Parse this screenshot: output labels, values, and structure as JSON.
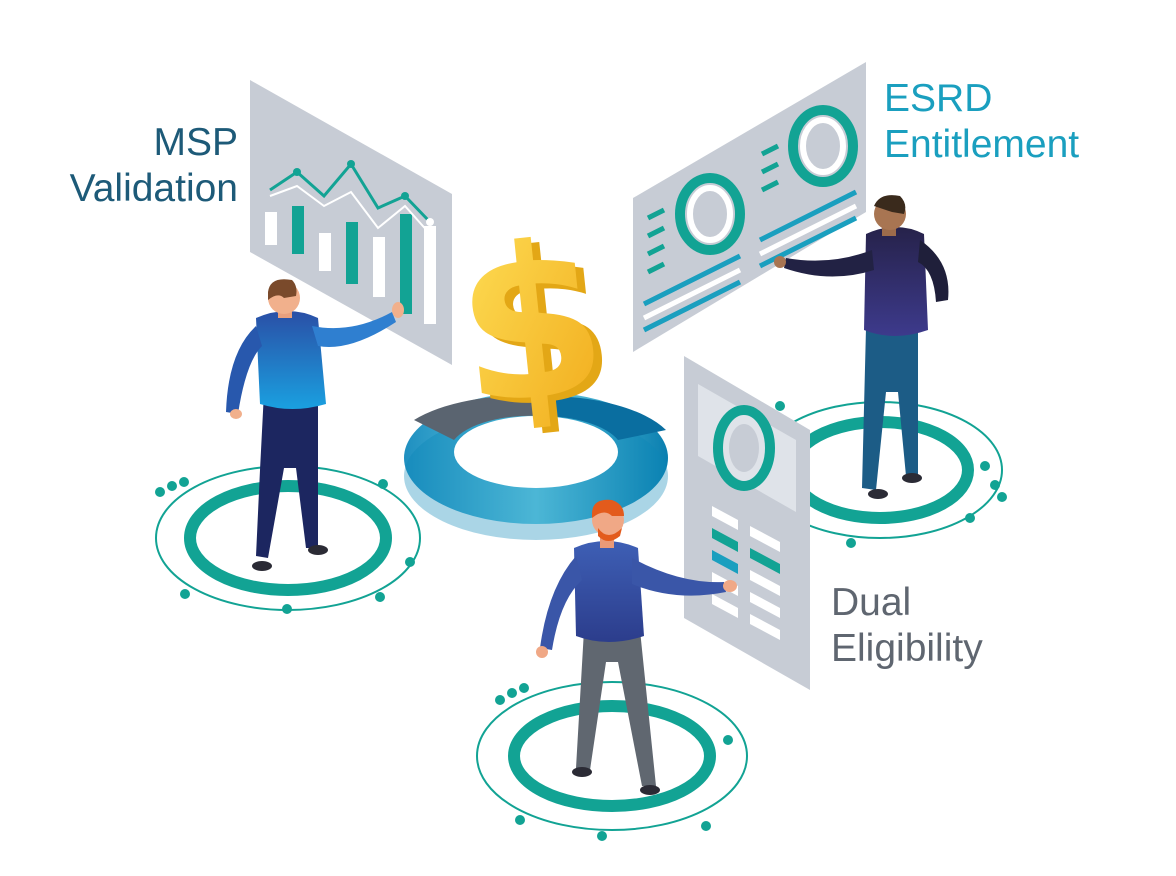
{
  "labels": {
    "msp": {
      "line1": "MSP",
      "line2": "Validation"
    },
    "esrd": {
      "line1": "ESRD",
      "line2": "Entitlement"
    },
    "dual": {
      "line1": "Dual",
      "line2": "Eligibility"
    }
  },
  "icons": {
    "center": "dollar-sign-icon",
    "cycle": "cycle-arrows-icon",
    "chart": "bar-line-chart-icon",
    "donut": "donut-chart-icon",
    "person": "person-icon"
  },
  "colors": {
    "msp_label": "#1d5a78",
    "esrd_label": "#1a9fbf",
    "dual_label": "#5f6670",
    "teal": "#12a394",
    "panel": "#c9ced6",
    "gold": "#f5c313",
    "navy": "#1f2a5a",
    "blue": "#2f64b5"
  }
}
